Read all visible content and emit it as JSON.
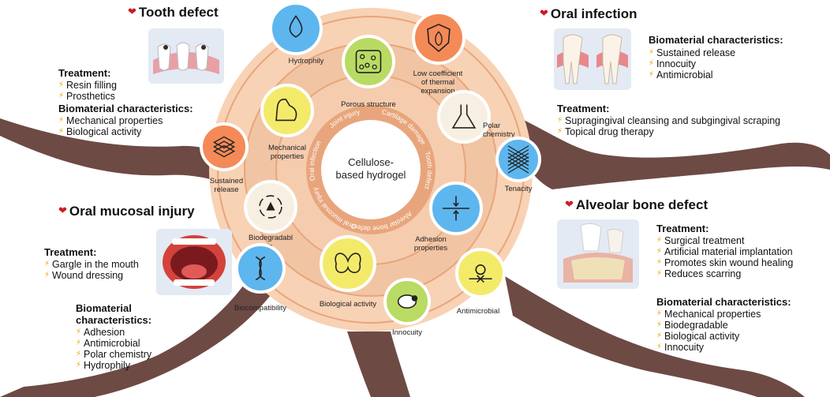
{
  "center": {
    "title_line1": "Cellulose-",
    "title_line2": "based hydrogel",
    "ring_labels": [
      "Cartilage damage",
      "Tooth defect",
      "Alveolar bone defect",
      "Oral mucosal injury",
      "Oral infection",
      "Joint injury"
    ]
  },
  "properties": [
    {
      "key": "hydrophily",
      "label": [
        "Hydrophily"
      ],
      "color": "#5eb6ee",
      "icon": "water-drop-hand-icon"
    },
    {
      "key": "thermal",
      "label": [
        "Low coefficient",
        "of thermal",
        "expansion"
      ],
      "color": "#f48a57",
      "icon": "flame-shield-icon"
    },
    {
      "key": "porous",
      "label": [
        "Porous structure"
      ],
      "color": "#b9db63",
      "icon": "porous-block-icon"
    },
    {
      "key": "polar",
      "label": [
        "Polar",
        "chemistry"
      ],
      "color": "#f7f0e2",
      "icon": "flask-icon"
    },
    {
      "key": "mechanical",
      "label": [
        "Mechanical",
        "properties"
      ],
      "color": "#f4ea6a",
      "icon": "flexed-arm-icon"
    },
    {
      "key": "tenacity",
      "label": [
        "Tenacity"
      ],
      "color": "#5eb6ee",
      "icon": "mesh-icon"
    },
    {
      "key": "sustained",
      "label": [
        "Sustained",
        "release"
      ],
      "color": "#f48a57",
      "icon": "layers-icon"
    },
    {
      "key": "adhesion",
      "label": [
        "Adhesion",
        "properties"
      ],
      "color": "#5eb6ee",
      "icon": "compress-arrows-icon"
    },
    {
      "key": "biodegradable",
      "label": [
        "Biodegradabl",
        "e"
      ],
      "color": "#f7f0e2",
      "icon": "recycle-icon"
    },
    {
      "key": "biocompat",
      "label": [
        "Biocompatibility"
      ],
      "color": "#5eb6ee",
      "icon": "dna-icon"
    },
    {
      "key": "bioactivity",
      "label": [
        "Biological activity"
      ],
      "color": "#f4ea6a",
      "icon": "butterfly-icon"
    },
    {
      "key": "innocuity",
      "label": [
        "Innocuity"
      ],
      "color": "#b9db63",
      "icon": "sheep-icon"
    },
    {
      "key": "antimicrobial",
      "label": [
        "Antimicrobial"
      ],
      "color": "#f4ea6a",
      "icon": "microbe-icon"
    }
  ],
  "panels": {
    "tooth": {
      "title": "Tooth defect",
      "treatment_heading": "Treatment:",
      "treatment": [
        "Resin filling",
        "Prosthetics"
      ],
      "char_heading": "Biomaterial characteristics:",
      "chars": [
        "Mechanical properties",
        "Biological activity"
      ]
    },
    "infection": {
      "title": "Oral infection",
      "char_heading": "Biomaterial characteristics:",
      "chars": [
        "Sustained release",
        "Innocuity",
        "Antimicrobial"
      ],
      "treatment_heading": "Treatment:",
      "treatment": [
        "Supragingival cleansing and subgingival scraping",
        "Topical drug therapy"
      ]
    },
    "mucosal": {
      "title": "Oral mucosal injury",
      "treatment_heading": "Treatment:",
      "treatment": [
        "Gargle in the mouth",
        "Wound dressing"
      ],
      "char_heading_1": "Biomaterial",
      "char_heading_2": "characteristics:",
      "chars": [
        "Adhesion",
        "Antimicrobial",
        "Polar chemistry",
        "Hydrophily"
      ]
    },
    "alveolar": {
      "title": "Alveolar bone defect",
      "treatment_heading": "Treatment:",
      "treatment": [
        "Surgical treatment",
        "Artificial material implantation",
        "Promotes skin wound healing",
        "Reduces scarring"
      ],
      "char_heading": "Biomaterial characteristics:",
      "chars": [
        "Mechanical properties",
        "Biodegradable",
        "Biological activity",
        "Innocuity"
      ]
    }
  },
  "colors": {
    "trunk": "#6e4a45",
    "ring_outer": "#f8d2b4",
    "ring_mid": "#f1c5a3",
    "ring_band": "#e8a57c",
    "accent_red": "#c81d25",
    "bolt": "#e7a400"
  }
}
